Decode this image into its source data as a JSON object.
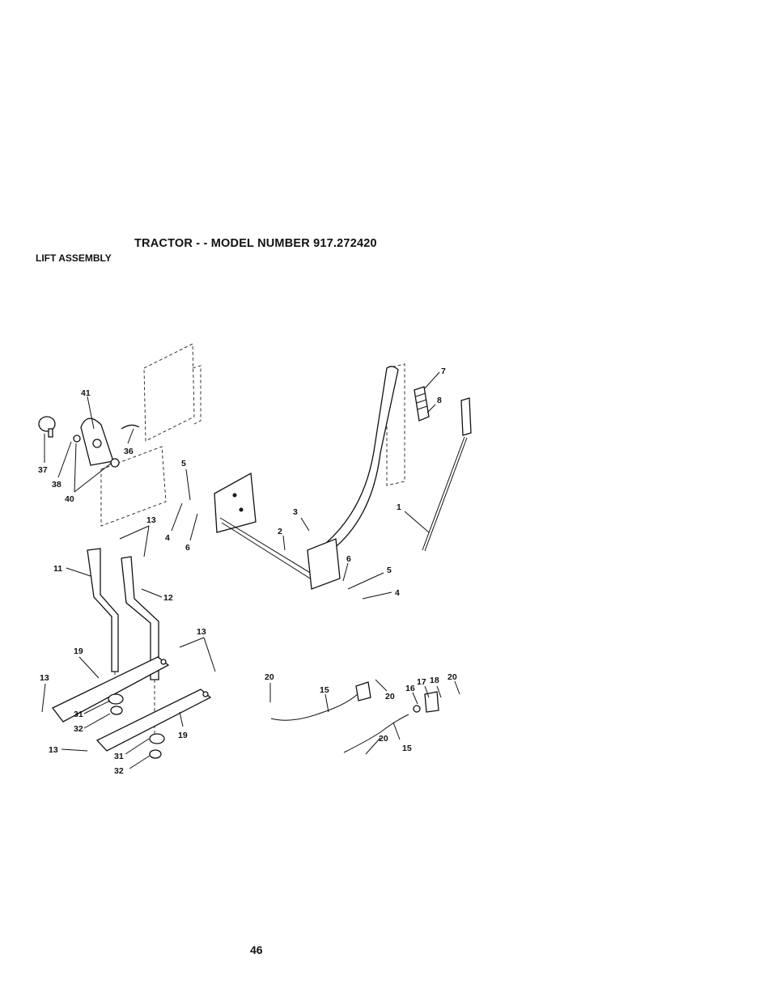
{
  "header": {
    "title": "TRACTOR - - MODEL NUMBER 917.272420",
    "section": "LIFT ASSEMBLY"
  },
  "footer": {
    "page_number": "46"
  },
  "callouts": {
    "c1": "1",
    "c2": "2",
    "c3": "3",
    "c4a": "4",
    "c4b": "4",
    "c5a": "5",
    "c5b": "5",
    "c6a": "6",
    "c6b": "6",
    "c7": "7",
    "c8": "8",
    "c11": "11",
    "c12": "12",
    "c13a": "13",
    "c13b": "13",
    "c13c": "13",
    "c13d": "13",
    "c15a": "15",
    "c15b": "15",
    "c16": "16",
    "c17": "17",
    "c18": "18",
    "c19a": "19",
    "c19b": "19",
    "c20a": "20",
    "c20b": "20",
    "c20c": "20",
    "c20d": "20",
    "c31a": "31",
    "c31b": "31",
    "c32a": "32",
    "c32b": "32",
    "c36": "36",
    "c37": "37",
    "c38": "38",
    "c40": "40",
    "c41": "41"
  }
}
